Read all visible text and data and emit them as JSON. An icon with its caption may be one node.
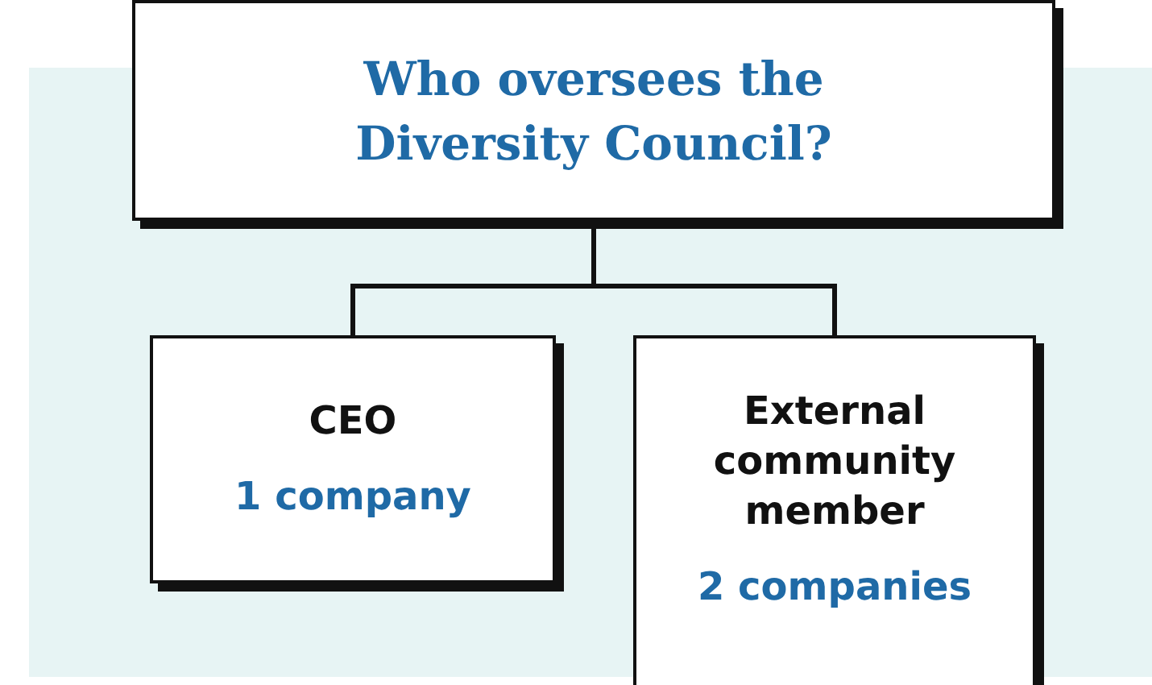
{
  "diagram": {
    "nodes": [
      {
        "text": [
          "Who oversees the Diversity Council?"
        ]
      },
      {
        "text": [
          "CEO",
          "1 company"
        ]
      },
      {
        "text": [
          "External community member",
          "2 companies"
        ]
      }
    ],
    "edges": [
      {
        "from": 0,
        "to": 1,
        "arrow": "none"
      },
      {
        "from": 0,
        "to": 2,
        "arrow": "none"
      }
    ]
  }
}
